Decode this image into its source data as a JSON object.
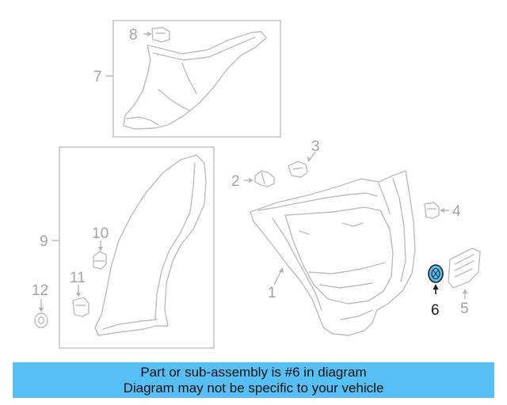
{
  "diagram": {
    "callouts": {
      "c1": "1",
      "c2": "2",
      "c3": "3",
      "c4": "4",
      "c5": "5",
      "c6": "6",
      "c7": "7",
      "c8": "8",
      "c9": "9",
      "c10": "10",
      "c11": "11",
      "c12": "12"
    },
    "highlighted_part": "6",
    "highlight_color": "#56bff5"
  },
  "banner": {
    "line1": "Part or sub-assembly is #6 in diagram",
    "line2": "Diagram may not be specific to your vehicle",
    "background": "#56bff5"
  }
}
